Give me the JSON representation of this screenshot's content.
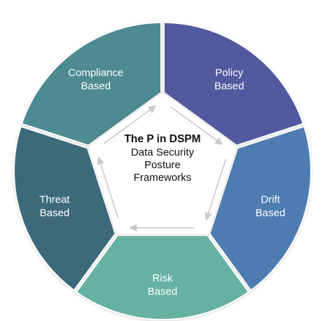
{
  "center": {
    "title": "The P in DSPM",
    "lines": [
      "Data Security",
      "Posture",
      "Frameworks"
    ]
  },
  "segments": [
    {
      "lines": [
        "Policy",
        "Based"
      ],
      "color": "#515a9f"
    },
    {
      "lines": [
        "Drift",
        "Based"
      ],
      "color": "#4e7bb1"
    },
    {
      "lines": [
        "Risk",
        "Based"
      ],
      "color": "#66b1a1"
    },
    {
      "lines": [
        "Threat",
        "Based"
      ],
      "color": "#3e6a7a"
    },
    {
      "lines": [
        "Compliance",
        "Based"
      ],
      "color": "#4e8a91"
    }
  ],
  "colors": {
    "center_fill": "#ffffff",
    "center_stroke": "#e6e6e6",
    "arrow": "#c9c9c9",
    "text_dark": "#111111",
    "text_light": "#ffffff"
  }
}
